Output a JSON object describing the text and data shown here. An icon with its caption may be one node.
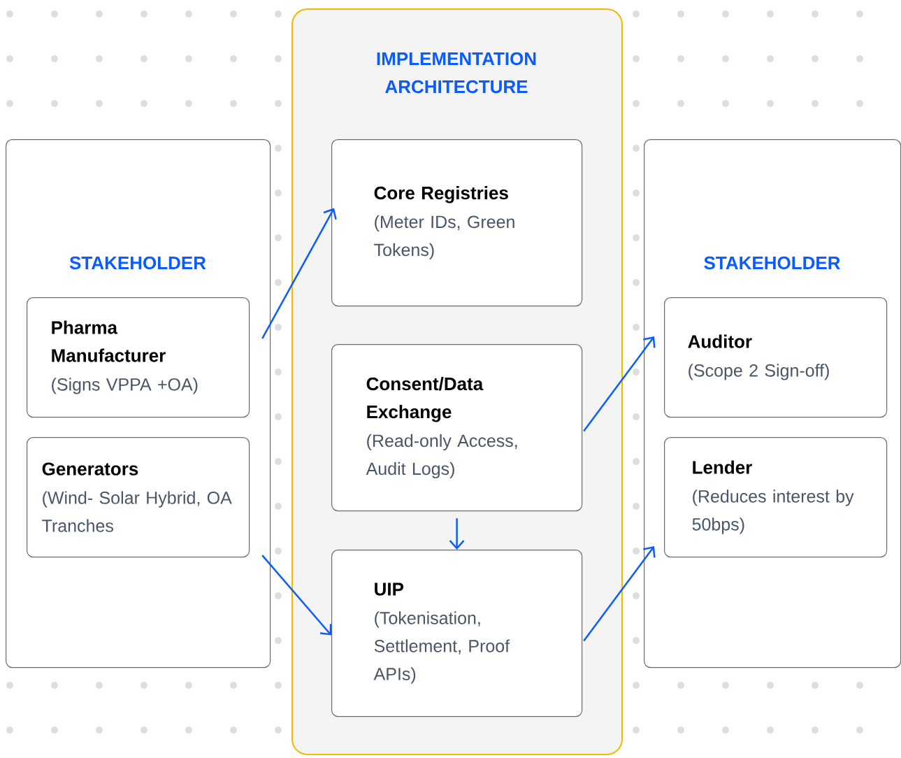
{
  "diagram": {
    "nodes": [
      {
        "text": [
          "STAKEHOLDER"
        ]
      },
      {
        "text": [
          "Pharma Manufacturer",
          "(Signs VPPA +OA)"
        ],
        "in": 0
      },
      {
        "text": [
          "Generators",
          "(Wind- Solar Hybrid, OA Tranches"
        ],
        "in": 0
      },
      {
        "text": [
          "IMPLEMENTATION ARCHITECTURE"
        ]
      },
      {
        "text": [
          "Core Registries",
          "(Meter IDs, Green Tokens)"
        ],
        "in": 3
      },
      {
        "text": [
          "Consent/Data Exchange",
          "(Read-only Access, Audit Logs)"
        ],
        "in": 3
      },
      {
        "text": [
          "UIP",
          "(Tokenisation, Settlement, Proof APIs)"
        ],
        "in": 3
      },
      {
        "text": [
          "STAKEHOLDER"
        ]
      },
      {
        "text": [
          "Auditor",
          "(Scope 2 Sign-off)"
        ],
        "in": 7
      },
      {
        "text": [
          "Lender",
          "(Reduces interest by 50bps)"
        ],
        "in": 7
      }
    ],
    "edges": [
      {
        "from": 1,
        "to": 4,
        "arrow": "to"
      },
      {
        "from": 2,
        "to": 6,
        "arrow": "to"
      },
      {
        "from": 5,
        "to": 6,
        "arrow": "to"
      },
      {
        "from": 5,
        "to": 8,
        "arrow": "to"
      },
      {
        "from": 6,
        "to": 9,
        "arrow": "to"
      }
    ]
  }
}
